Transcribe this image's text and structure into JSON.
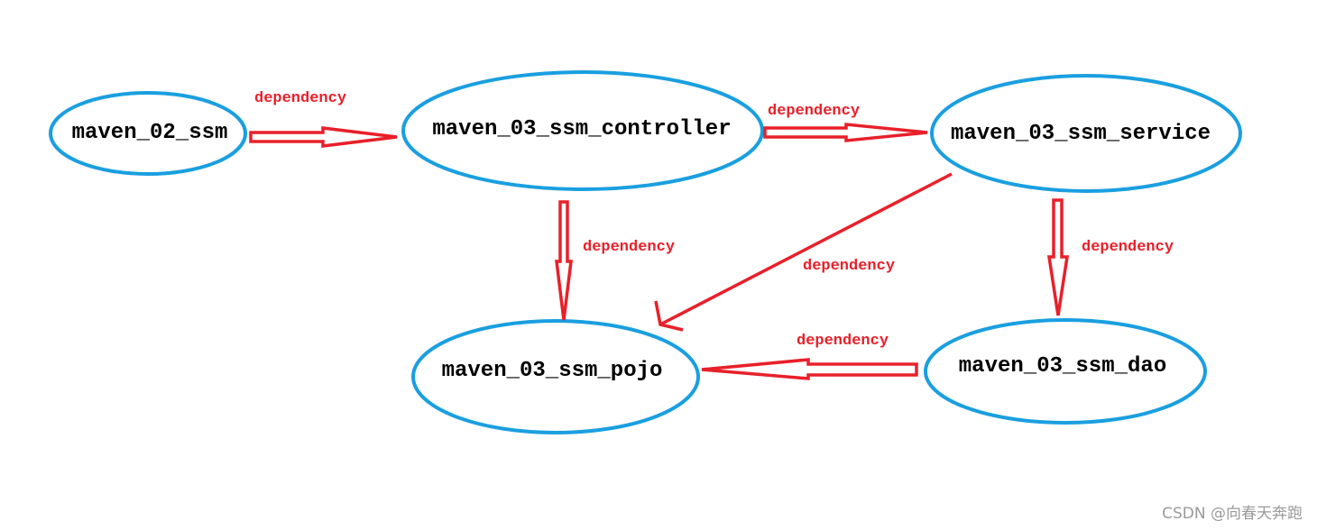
{
  "colors": {
    "node_stroke": "#1a9fe0",
    "arrow": "#e8202a",
    "label": "#e8202a",
    "text": "#000000",
    "watermark": "#9a9a9a"
  },
  "nodes": {
    "ssm": {
      "label": "maven_02_ssm"
    },
    "controller": {
      "label": "maven_03_ssm_controller"
    },
    "service": {
      "label": "maven_03_ssm_service"
    },
    "pojo": {
      "label": "maven_03_ssm_pojo"
    },
    "dao": {
      "label": "maven_03_ssm_dao"
    }
  },
  "edges": {
    "ssm_controller": {
      "label": "dependency"
    },
    "controller_service": {
      "label": "dependency"
    },
    "controller_pojo": {
      "label": "dependency"
    },
    "service_pojo": {
      "label": "dependency"
    },
    "service_dao": {
      "label": "dependency"
    },
    "dao_pojo": {
      "label": "dependency"
    }
  },
  "watermark": {
    "text": "CSDN @向春天奔跑"
  }
}
